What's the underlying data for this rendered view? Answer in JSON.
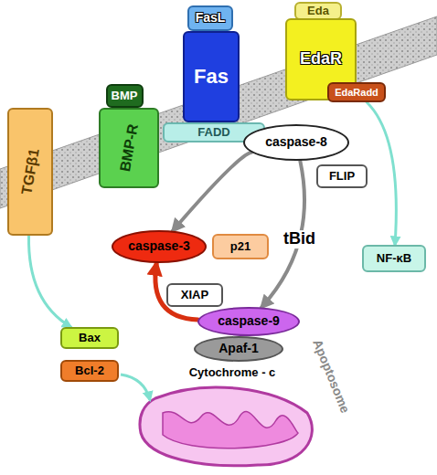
{
  "diagram": {
    "nodes": [
      {
        "text": [
          "TGFβ1"
        ]
      },
      {
        "text": [
          "BMP"
        ]
      },
      {
        "text": [
          "BMP-R"
        ]
      },
      {
        "text": [
          "FasL"
        ]
      },
      {
        "text": [
          "Fas"
        ]
      },
      {
        "text": [
          "FADD"
        ]
      },
      {
        "text": [
          "Eda"
        ]
      },
      {
        "text": [
          "EdaR"
        ]
      },
      {
        "text": [
          "EdaRadd"
        ]
      },
      {
        "text": [
          "caspase-8"
        ]
      },
      {
        "text": [
          "FLIP"
        ]
      },
      {
        "text": [
          "caspase-3"
        ]
      },
      {
        "text": [
          "p21"
        ]
      },
      {
        "text": [
          "NF-κB"
        ]
      },
      {
        "text": [
          "XIAP"
        ]
      },
      {
        "text": [
          "Bax"
        ]
      },
      {
        "text": [
          "Bcl-2"
        ]
      },
      {
        "text": [
          "caspase-9"
        ]
      },
      {
        "text": [
          "Apaf-1"
        ]
      }
    ],
    "edges": [
      {
        "from": 0,
        "to": 15,
        "arrow": "to"
      },
      {
        "from": 8,
        "to": 13,
        "arrow": "to"
      },
      {
        "from": 9,
        "to": 11,
        "arrow": "to"
      },
      {
        "from": 9,
        "to": 17,
        "label": "tBid",
        "arrow": "to"
      },
      {
        "from": 17,
        "to": 11,
        "arrow": "to"
      }
    ],
    "labels": [
      "Apoptosome",
      "Cytochrome - c"
    ]
  }
}
